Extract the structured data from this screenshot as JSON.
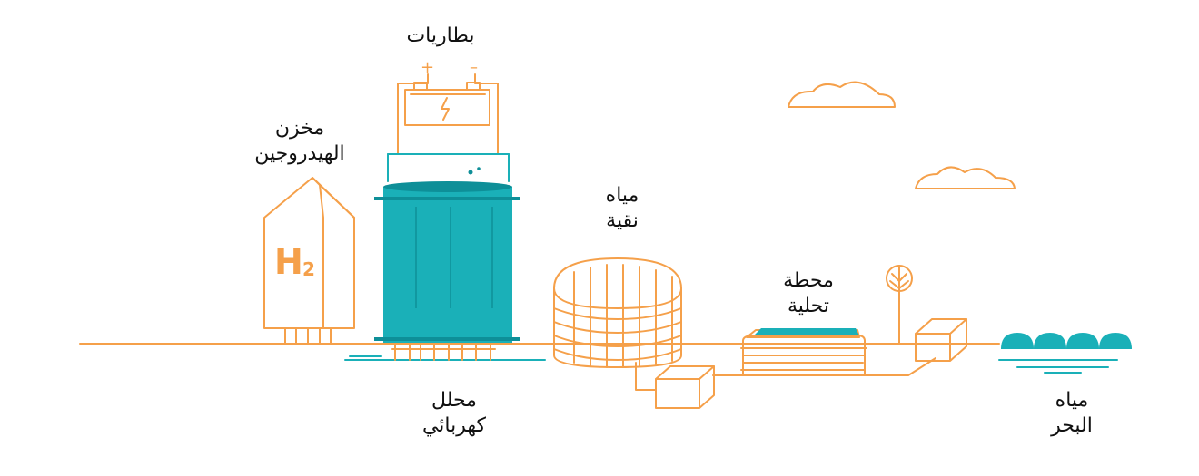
{
  "colors": {
    "orange": "#f5a04a",
    "teal": "#1ab0b8",
    "teal_dark": "#0e8f98",
    "text": "#111111"
  },
  "labels": {
    "batteries": "بطاريات",
    "hydrogen_storage_line1": "مخزن",
    "hydrogen_storage_line2": "الهيدروجين",
    "pure_water_line1": "مياه",
    "pure_water_line2": "نقية",
    "desalination_line1": "محطة",
    "desalination_line2": "تحلية",
    "electrolyzer_line1": "محلل",
    "electrolyzer_line2": "كهربائي",
    "seawater_line1": "مياه",
    "seawater_line2": "البحر"
  },
  "symbols": {
    "hydrogen_letter": "H",
    "hydrogen_subscript": "2",
    "battery_plus": "+",
    "battery_minus": "–"
  },
  "icons": {
    "battery": "battery-icon",
    "lightning": "lightning-icon",
    "hydrogen_tank": "hydrogen-tank-icon",
    "electrolyzer": "electrolyzer-tank-icon",
    "water_tank": "water-tank-icon",
    "desalination": "solar-panel-icon",
    "tree": "tree-icon",
    "clouds": "cloud-icon",
    "sea": "sea-waves-icon"
  }
}
